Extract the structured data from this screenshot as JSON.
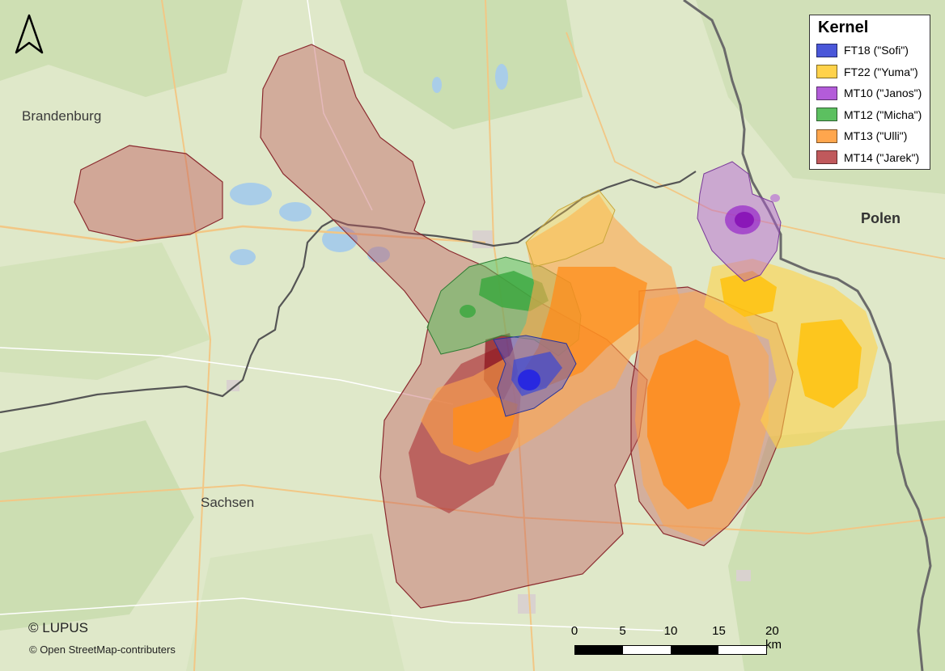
{
  "legend": {
    "title": "Kernel",
    "items": [
      {
        "label": "FT18 (\"Sofi\")",
        "color": "#4a57d9"
      },
      {
        "label": "FT22 (\"Yuma\")",
        "color": "#ffd24a"
      },
      {
        "label": "MT10 (\"Janos\")",
        "color": "#b35cd9"
      },
      {
        "label": "MT12 (\"Micha\")",
        "color": "#5cc060"
      },
      {
        "label": "MT13 (\"Ulli\")",
        "color": "#ffa64d"
      },
      {
        "label": "MT14 (\"Jarek\")",
        "color": "#c0595c"
      }
    ]
  },
  "places": {
    "brandenburg": "Brandenburg",
    "sachsen": "Sachsen",
    "polen": "Polen"
  },
  "scale": {
    "ticks": [
      "0",
      "5",
      "10",
      "15",
      "20 km"
    ]
  },
  "credits": {
    "copyright": "© LUPUS",
    "osm": "© Open StreetMap-contributers"
  },
  "north_arrow": {
    "icon": "north-arrow-icon"
  }
}
